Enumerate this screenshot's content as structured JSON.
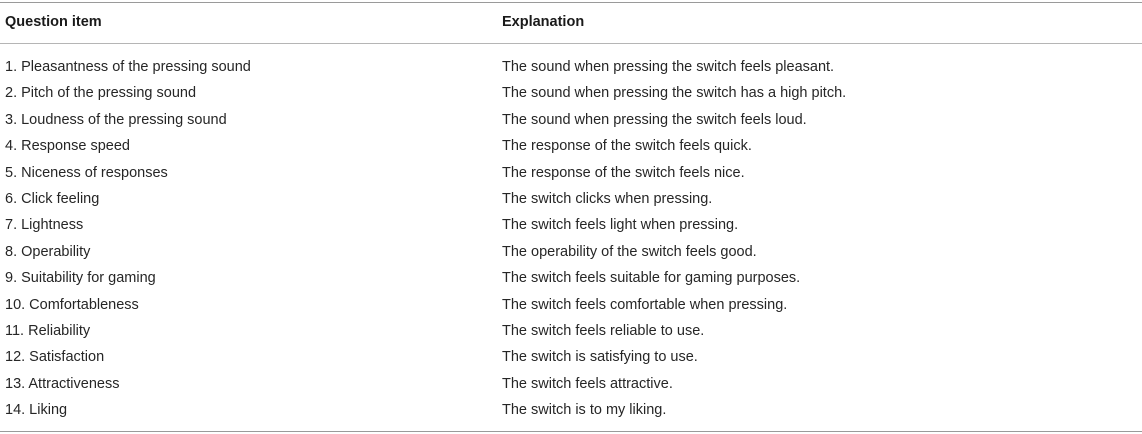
{
  "table": {
    "headers": {
      "question": "Question item",
      "explanation": "Explanation"
    },
    "rows": [
      {
        "question": "1. Pleasantness of the pressing sound",
        "explanation": "The sound when pressing the switch feels pleasant."
      },
      {
        "question": "2. Pitch of the pressing sound",
        "explanation": "The sound when pressing the switch has a high pitch."
      },
      {
        "question": "3. Loudness of the pressing sound",
        "explanation": "The sound when pressing the switch feels loud."
      },
      {
        "question": "4. Response speed",
        "explanation": "The response of the switch feels quick."
      },
      {
        "question": "5. Niceness of responses",
        "explanation": "The response of the switch feels nice."
      },
      {
        "question": "6. Click feeling",
        "explanation": "The switch clicks when pressing."
      },
      {
        "question": "7. Lightness",
        "explanation": "The switch feels light when pressing."
      },
      {
        "question": "8. Operability",
        "explanation": "The operability of the switch feels good."
      },
      {
        "question": "9. Suitability for gaming",
        "explanation": "The switch feels suitable for gaming purposes."
      },
      {
        "question": "10. Comfortableness",
        "explanation": "The switch feels comfortable when pressing."
      },
      {
        "question": "11. Reliability",
        "explanation": "The switch feels reliable to use."
      },
      {
        "question": "12. Satisfaction",
        "explanation": "The switch is satisfying to use."
      },
      {
        "question": "13. Attractiveness",
        "explanation": "The switch feels attractive."
      },
      {
        "question": "14. Liking",
        "explanation": "The switch is to my liking."
      }
    ]
  }
}
